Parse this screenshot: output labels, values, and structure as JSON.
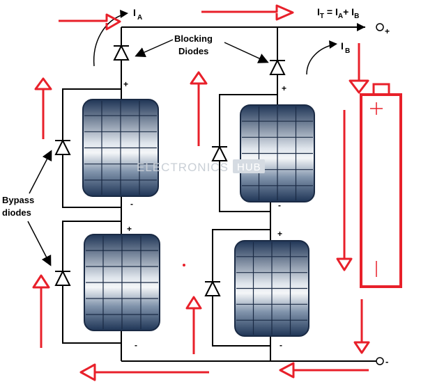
{
  "labels": {
    "blocking_line1": "Blocking",
    "blocking_line2": "Diodes",
    "bypass_line1": "Bypass",
    "bypass_line2": "diodes",
    "ia_main": "I",
    "ia_sub": "A",
    "ib_main": "I",
    "ib_sub": "B",
    "total_eq": "I",
    "total_sub_t": "T",
    "total_eq_mid": " = I",
    "total_sub_a": "A",
    "total_plus": "+ I",
    "total_sub_b": "B",
    "terminal_plus": "+",
    "terminal_minus": "-",
    "battery_plus": "+",
    "battery_minus": "|",
    "panel_plus": "+",
    "panel_minus": "-",
    "watermark_main": "ELECTRONICS",
    "watermark_hub": "HUB"
  },
  "colors": {
    "arrow_red": "#e8202a",
    "wire": "#000000",
    "panel_dark": "#1f3556",
    "panel_light": "#f4f6f8"
  }
}
